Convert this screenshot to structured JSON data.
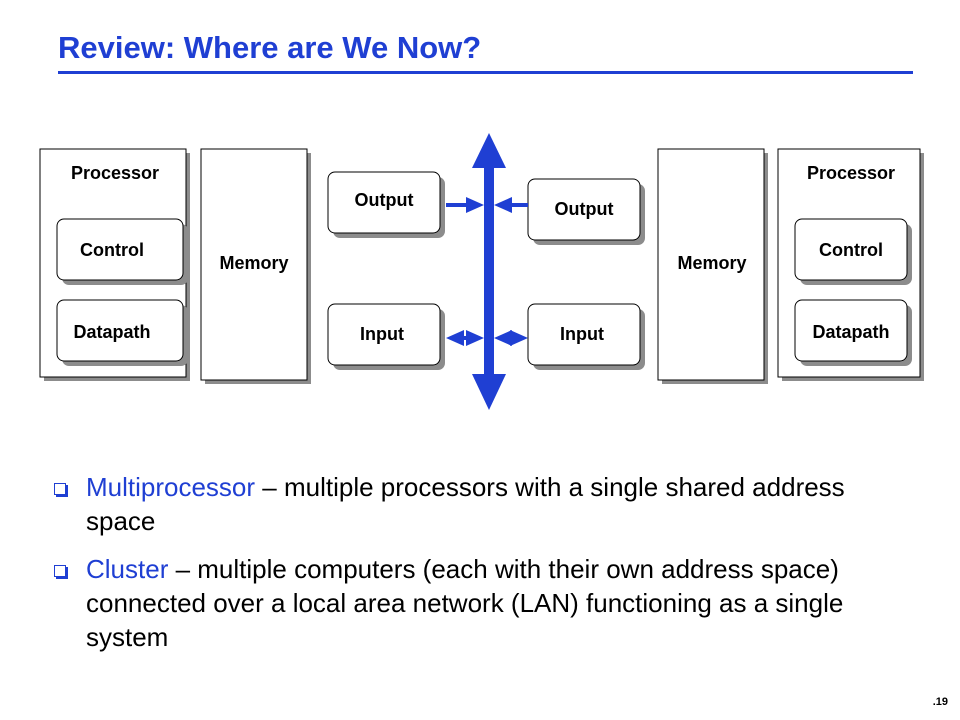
{
  "slide": {
    "title": "Review: Where are We Now?",
    "page_number": ".19"
  },
  "colors": {
    "accent": "#1f3fd3",
    "arrow": "#1f3fd3",
    "box_shadow": "#8c8c8c"
  },
  "diagram": {
    "left_system": {
      "processor": "Processor",
      "control": "Control",
      "datapath": "Datapath",
      "memory": "Memory",
      "output": "Output",
      "input": "Input"
    },
    "right_system": {
      "processor": "Processor",
      "control": "Control",
      "datapath": "Datapath",
      "memory": "Memory",
      "output": "Output",
      "input": "Input"
    }
  },
  "bullets": [
    {
      "term": "Multiprocessor",
      "text": " – multiple processors with a single shared address space"
    },
    {
      "term": "Cluster",
      "text": " – multiple computers (each with their own address space) connected over a local area network (LAN) functioning as a single system"
    }
  ]
}
